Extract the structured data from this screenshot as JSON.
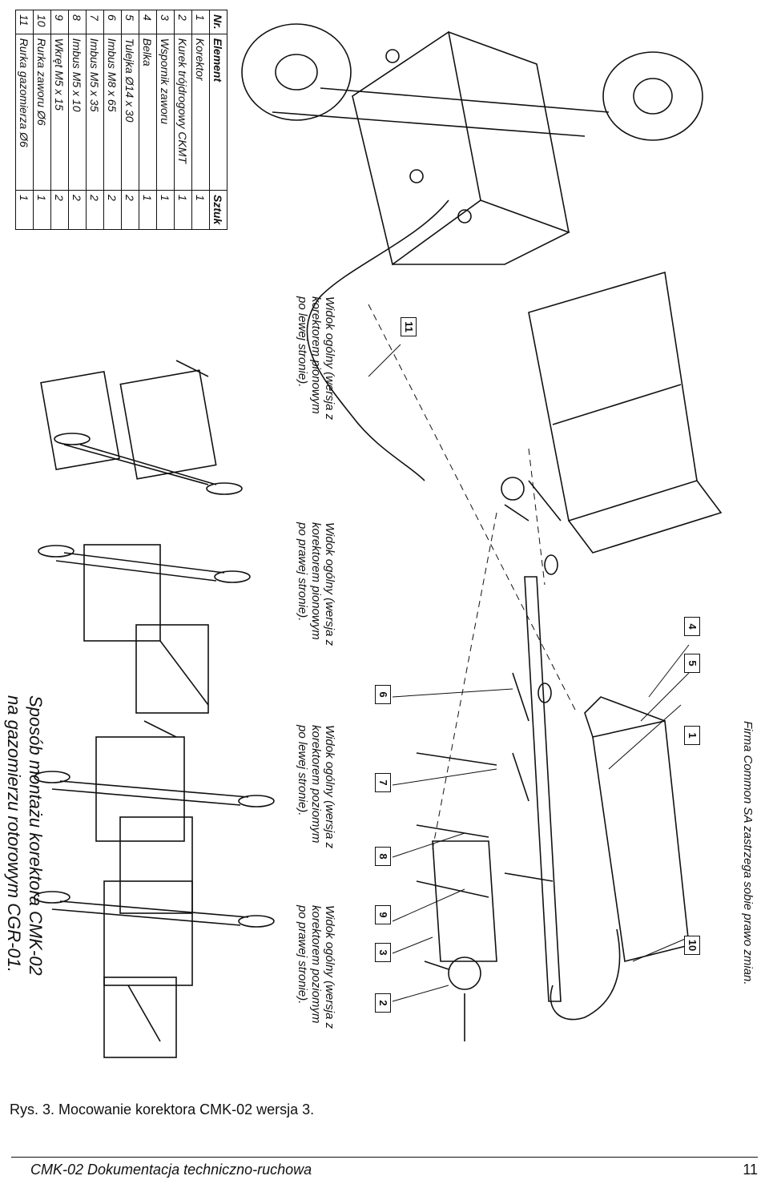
{
  "drawing": {
    "title_line1": "Sposób montażu korektora CMK-02",
    "title_line2": "na gazomierzu rotorowym CGR-01.",
    "parts_table": {
      "headers": {
        "nr": "Nr.",
        "element": "Element",
        "qty": "Sztuk"
      },
      "rows": [
        {
          "nr": "1",
          "element": "Korektor",
          "qty": "1"
        },
        {
          "nr": "2",
          "element": "Kurek trójdrogowy CKMT",
          "qty": "1"
        },
        {
          "nr": "3",
          "element": "Wspornik zaworu",
          "qty": "1"
        },
        {
          "nr": "4",
          "element": "Belka",
          "qty": "1"
        },
        {
          "nr": "5",
          "element": "Tulejka Ø14 x 30",
          "qty": "2"
        },
        {
          "nr": "6",
          "element": "Imbus M8 x 65",
          "qty": "2"
        },
        {
          "nr": "7",
          "element": "Imbus M5 x 35",
          "qty": "2"
        },
        {
          "nr": "8",
          "element": "Imbus M5 x 10",
          "qty": "2"
        },
        {
          "nr": "9",
          "element": "Wkręt M5 x 15",
          "qty": "2"
        },
        {
          "nr": "10",
          "element": "Rurka zaworu Ø6",
          "qty": "1"
        },
        {
          "nr": "11",
          "element": "Rurka gazomierza Ø6",
          "qty": "1"
        }
      ]
    },
    "views": [
      {
        "line1": "Widok ogólny (wersja z",
        "line2": "korektorem pionowym",
        "line3": "po lewej stronie)."
      },
      {
        "line1": "Widok ogólny (wersja z",
        "line2": "korektorem pionowym",
        "line3": "po prawej stronie)."
      },
      {
        "line1": "Widok ogólny (wersja z",
        "line2": "korektorem poziomym",
        "line3": "po lewej stronie)."
      },
      {
        "line1": "Widok ogólny (wersja z",
        "line2": "korektorem poziomym",
        "line3": "po prawej stronie)."
      }
    ],
    "callouts": [
      "11",
      "4",
      "5",
      "1",
      "10",
      "6",
      "7",
      "8",
      "9",
      "3",
      "2"
    ],
    "firma_note": "Firma Common SA zastrzega sobie prawo zmian."
  },
  "figure_caption": "Rys. 3. Mocowanie korektora CMK-02 wersja 3.",
  "footer": {
    "doc_title": "CMK-02  Dokumentacja techniczno-ruchowa",
    "page_number": "11"
  }
}
